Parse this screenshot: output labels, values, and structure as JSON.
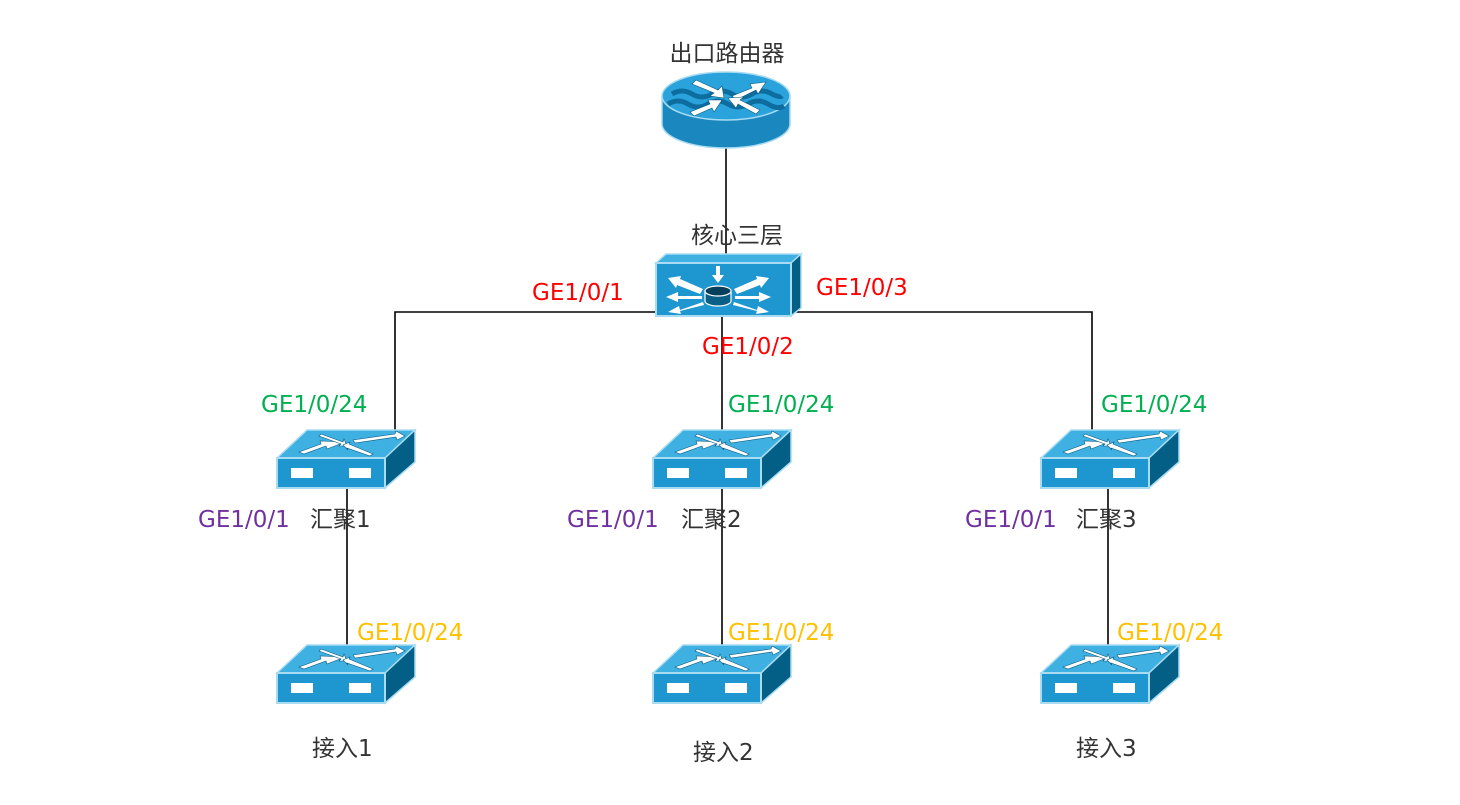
{
  "colors": {
    "core_port": "#ff0000",
    "agg_up_port": "#00b050",
    "agg_down_port": "#7030a0",
    "access_port": "#ffc000",
    "device_label": "#333333",
    "link": "#000000",
    "device_face": "#1e96cf",
    "device_top": "#3fb0e2",
    "device_side": "#045f86"
  },
  "devices": {
    "router": {
      "label": "出口路由器",
      "icon": "router-icon"
    },
    "core": {
      "label": "核心三层",
      "icon": "layer3-switch-icon"
    },
    "agg1": {
      "label": "汇聚1",
      "icon": "switch-icon"
    },
    "agg2": {
      "label": "汇聚2",
      "icon": "switch-icon"
    },
    "agg3": {
      "label": "汇聚3",
      "icon": "switch-icon"
    },
    "acc1": {
      "label": "接入1",
      "icon": "switch-icon"
    },
    "acc2": {
      "label": "接入2",
      "icon": "switch-icon"
    },
    "acc3": {
      "label": "接入3",
      "icon": "switch-icon"
    }
  },
  "ports": {
    "core_p1": "GE1/0/1",
    "core_p2": "GE1/0/2",
    "core_p3": "GE1/0/3",
    "agg1_up": "GE1/0/24",
    "agg2_up": "GE1/0/24",
    "agg3_up": "GE1/0/24",
    "agg1_down": "GE1/0/1",
    "agg2_down": "GE1/0/1",
    "agg3_down": "GE1/0/1",
    "acc1_up": "GE1/0/24",
    "acc2_up": "GE1/0/24",
    "acc3_up": "GE1/0/24"
  },
  "links": [
    {
      "from": "router",
      "to": "core"
    },
    {
      "from": "core",
      "to": "agg1",
      "from_port": "GE1/0/1",
      "to_port": "GE1/0/24"
    },
    {
      "from": "core",
      "to": "agg2",
      "from_port": "GE1/0/2",
      "to_port": "GE1/0/24"
    },
    {
      "from": "core",
      "to": "agg3",
      "from_port": "GE1/0/3",
      "to_port": "GE1/0/24"
    },
    {
      "from": "agg1",
      "to": "acc1",
      "from_port": "GE1/0/1",
      "to_port": "GE1/0/24"
    },
    {
      "from": "agg2",
      "to": "acc2",
      "from_port": "GE1/0/1",
      "to_port": "GE1/0/24"
    },
    {
      "from": "agg3",
      "to": "acc3",
      "from_port": "GE1/0/1",
      "to_port": "GE1/0/24"
    }
  ]
}
